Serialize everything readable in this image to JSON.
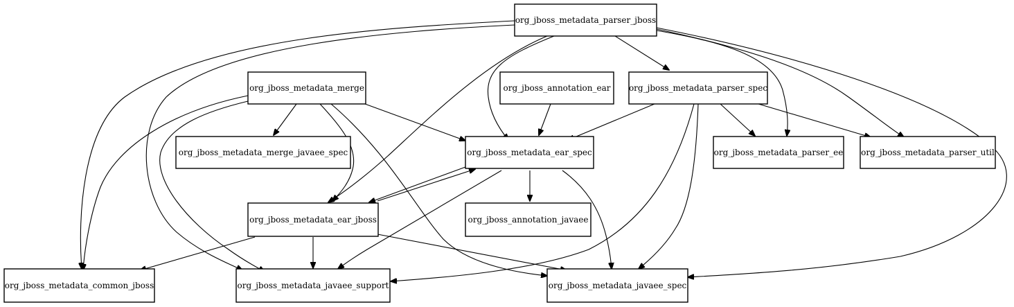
{
  "diagram": {
    "type": "dependency-graph",
    "nodes": [
      {
        "id": "parser_jboss",
        "label": "org_jboss_metadata_parser_jboss"
      },
      {
        "id": "merge",
        "label": "org_jboss_metadata_merge"
      },
      {
        "id": "annotation_ear",
        "label": "org_jboss_annotation_ear"
      },
      {
        "id": "parser_spec",
        "label": "org_jboss_metadata_parser_spec"
      },
      {
        "id": "merge_javaee_spec",
        "label": "org_jboss_metadata_merge_javaee_spec"
      },
      {
        "id": "ear_spec",
        "label": "org_jboss_metadata_ear_spec"
      },
      {
        "id": "parser_ee",
        "label": "org_jboss_metadata_parser_ee"
      },
      {
        "id": "parser_util",
        "label": "org_jboss_metadata_parser_util"
      },
      {
        "id": "ear_jboss",
        "label": "org_jboss_metadata_ear_jboss"
      },
      {
        "id": "annotation_javaee",
        "label": "org_jboss_annotation_javaee"
      },
      {
        "id": "common_jboss",
        "label": "org_jboss_metadata_common_jboss"
      },
      {
        "id": "javaee_support",
        "label": "org_jboss_metadata_javaee_support"
      },
      {
        "id": "javaee_spec",
        "label": "org_jboss_metadata_javaee_spec"
      }
    ],
    "edges": [
      {
        "from": "parser_jboss",
        "to": "common_jboss"
      },
      {
        "from": "parser_jboss",
        "to": "javaee_support"
      },
      {
        "from": "parser_jboss",
        "to": "ear_jboss"
      },
      {
        "from": "parser_jboss",
        "to": "ear_spec"
      },
      {
        "from": "parser_jboss",
        "to": "parser_spec"
      },
      {
        "from": "parser_jboss",
        "to": "parser_ee"
      },
      {
        "from": "parser_jboss",
        "to": "parser_util"
      },
      {
        "from": "parser_jboss",
        "to": "javaee_spec"
      },
      {
        "from": "merge",
        "to": "common_jboss"
      },
      {
        "from": "merge",
        "to": "javaee_support"
      },
      {
        "from": "merge",
        "to": "merge_javaee_spec"
      },
      {
        "from": "merge",
        "to": "ear_jboss"
      },
      {
        "from": "merge",
        "to": "ear_spec"
      },
      {
        "from": "merge",
        "to": "javaee_spec"
      },
      {
        "from": "annotation_ear",
        "to": "ear_spec"
      },
      {
        "from": "parser_spec",
        "to": "ear_spec"
      },
      {
        "from": "parser_spec",
        "to": "parser_ee"
      },
      {
        "from": "parser_spec",
        "to": "parser_util"
      },
      {
        "from": "parser_spec",
        "to": "javaee_support"
      },
      {
        "from": "parser_spec",
        "to": "javaee_spec"
      },
      {
        "from": "ear_spec",
        "to": "ear_jboss"
      },
      {
        "from": "ear_spec",
        "to": "annotation_javaee"
      },
      {
        "from": "ear_spec",
        "to": "javaee_support"
      },
      {
        "from": "ear_spec",
        "to": "javaee_spec"
      },
      {
        "from": "ear_jboss",
        "to": "ear_spec"
      },
      {
        "from": "ear_jboss",
        "to": "common_jboss"
      },
      {
        "from": "ear_jboss",
        "to": "javaee_support"
      },
      {
        "from": "ear_jboss",
        "to": "javaee_spec"
      }
    ]
  }
}
